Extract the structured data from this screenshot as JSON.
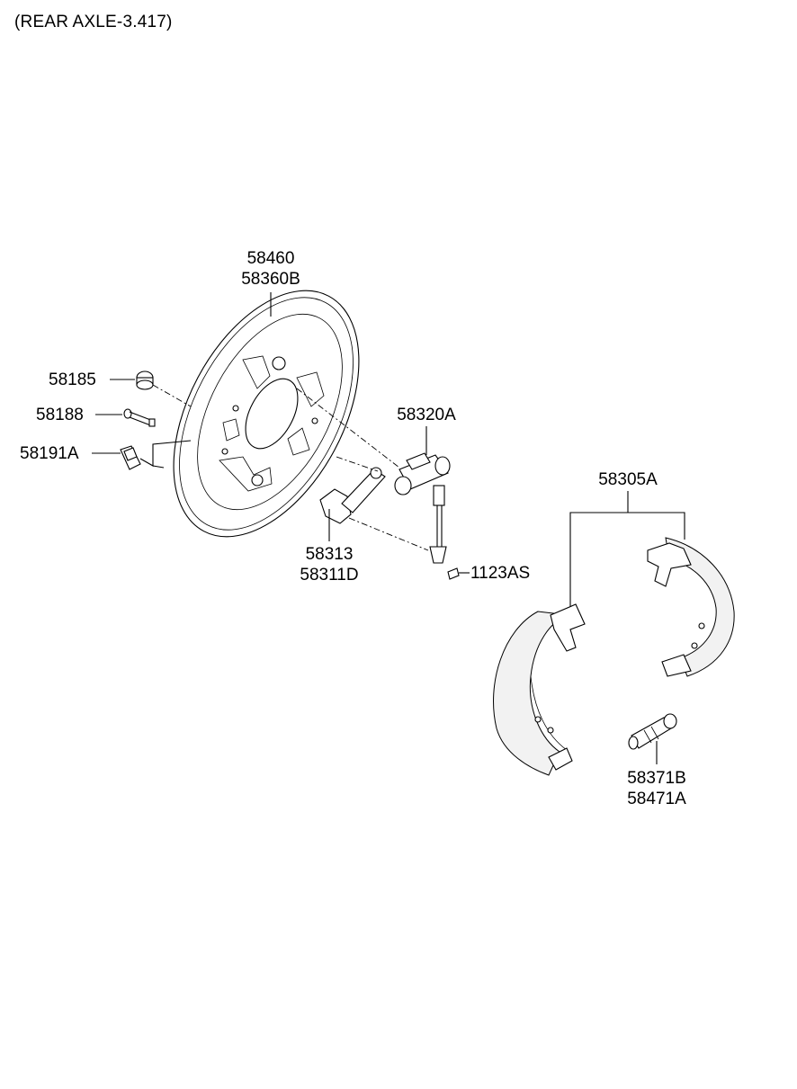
{
  "caption": "(REAR AXLE-3.417)",
  "labels": {
    "backing_plate": [
      "58460",
      "58360B"
    ],
    "plug": "58185",
    "bolt": "58188",
    "clip": "58191A",
    "wheel_cylinder": "58320A",
    "lever": [
      "58313",
      "58311D"
    ],
    "screw": "1123AS",
    "shoe_kit": "58305A",
    "adjuster": [
      "58371B",
      "58471A"
    ]
  }
}
